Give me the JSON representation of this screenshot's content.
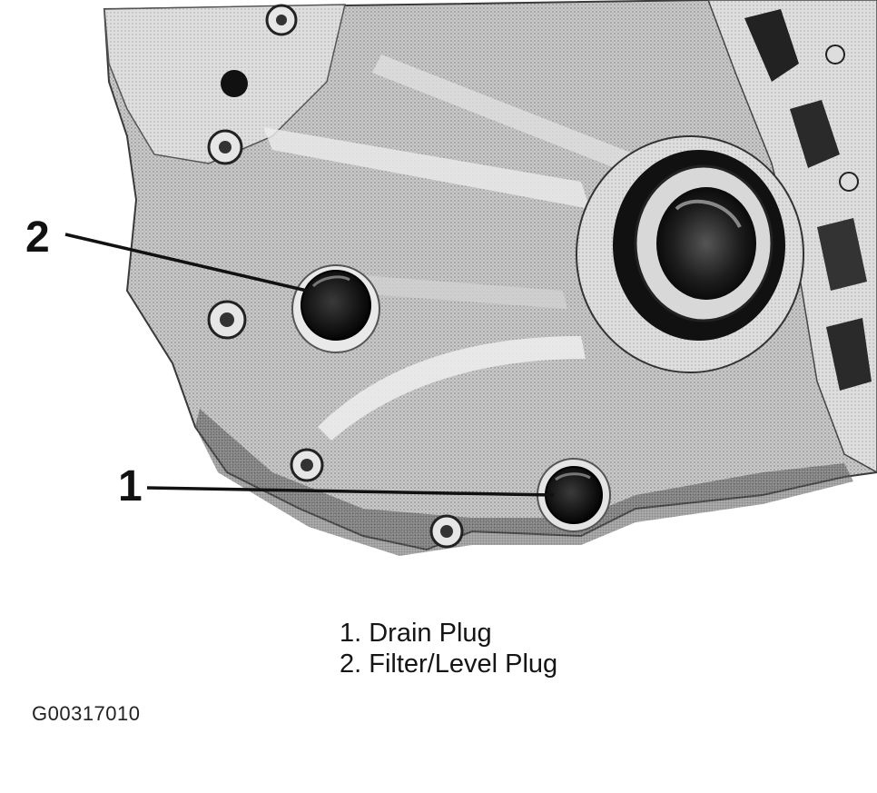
{
  "callouts": [
    {
      "number": "2"
    },
    {
      "number": "1"
    }
  ],
  "legend": [
    "1. Drain Plug",
    "2. Filter/Level Plug"
  ],
  "figure_id": "G00317010"
}
